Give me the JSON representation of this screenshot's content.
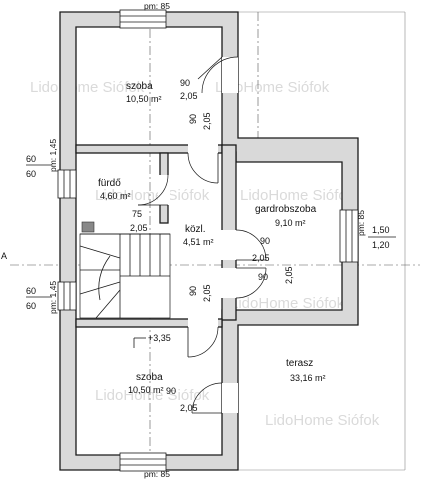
{
  "rooms": [
    {
      "id": "szoba-top",
      "name": "szoba",
      "area": "10,50 m²"
    },
    {
      "id": "furdo",
      "name": "fürdő",
      "area": "4,60 m²"
    },
    {
      "id": "gardrobszoba",
      "name": "gardrobszoba",
      "area": "9,10 m²"
    },
    {
      "id": "kozl",
      "name": "közl.",
      "area": "4,51 m²"
    },
    {
      "id": "szoba-bottom",
      "name": "szoba",
      "area": "10,50 m²"
    },
    {
      "id": "terasz",
      "name": "terasz",
      "area": "33,16 m²"
    }
  ],
  "dimensions": {
    "window_top": "pm: 85",
    "window_bottom": "pm: 85",
    "window_left_top": "pm: 1,45",
    "window_left_bottom": "pm: 1,45",
    "window_right": "pm: 85",
    "left_a1": "60",
    "left_a2": "60",
    "left_b1": "60",
    "left_b2": "60",
    "right_w": "1,50",
    "right_h": "1,20",
    "d1_w": "90",
    "d1_h": "2,05",
    "d2_w": "90",
    "d2_h": "2,05",
    "d3_w": "75",
    "d3_h": "2,05",
    "d4_w": "90",
    "d4_h": "2,05",
    "d5_w": "90",
    "d5_h": "2,05",
    "d6_w": "90",
    "d6_h": "2,05",
    "d7_w": "90",
    "d7_h": "2,05",
    "level": "+3,35",
    "section_mark": "A"
  },
  "watermark": "LidoHome Siófok"
}
